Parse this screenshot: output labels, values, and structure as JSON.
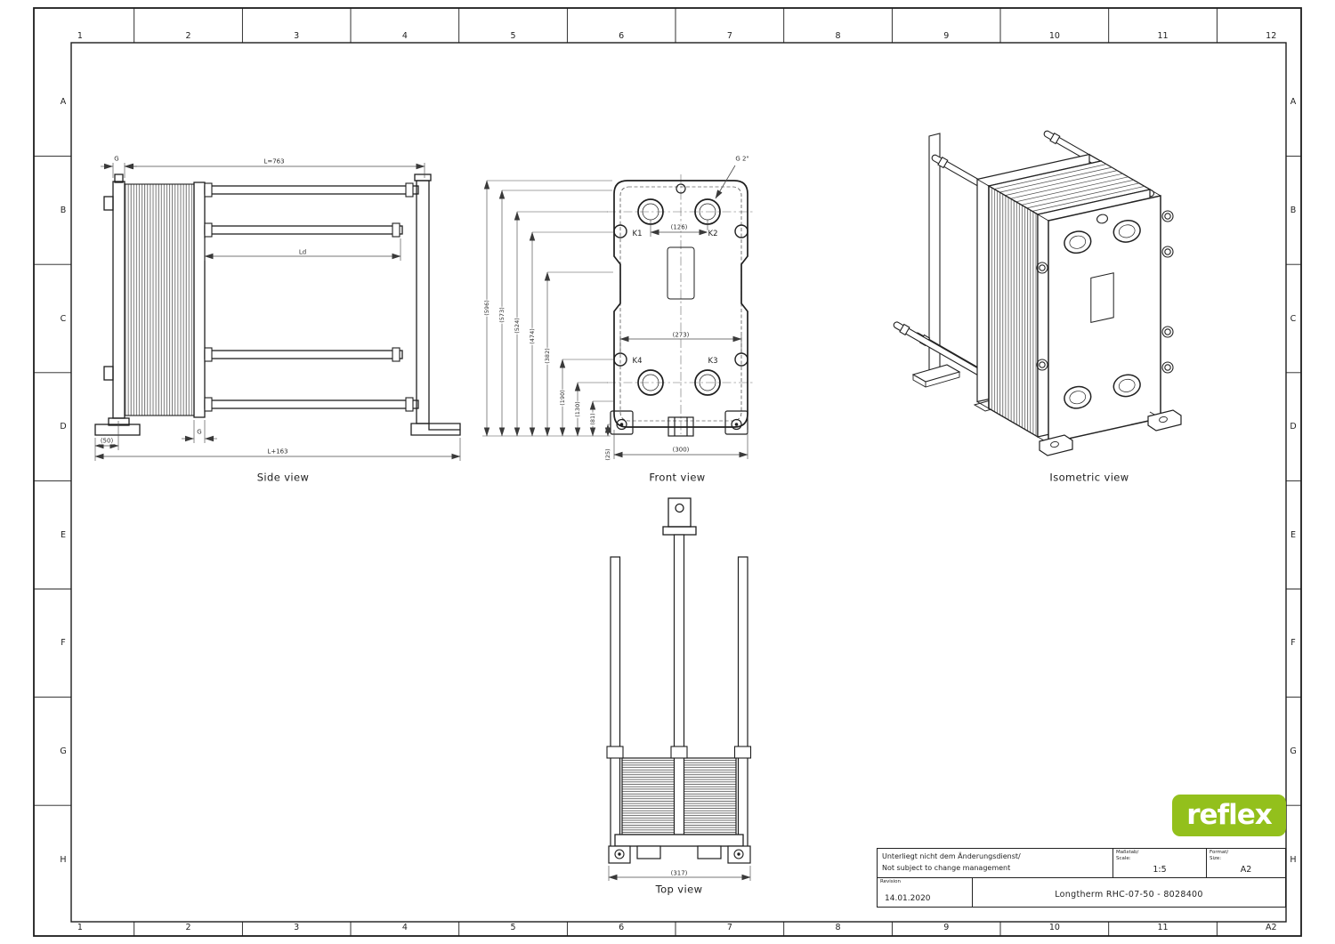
{
  "frame": {
    "columns": [
      "1",
      "2",
      "3",
      "4",
      "5",
      "6",
      "7",
      "8",
      "9",
      "10",
      "11",
      "12"
    ],
    "bottom": [
      "1",
      "2",
      "3",
      "4",
      "5",
      "6",
      "7",
      "8",
      "9",
      "10",
      "11",
      "A2"
    ],
    "rows": [
      "A",
      "B",
      "C",
      "D",
      "E",
      "F",
      "G",
      "H"
    ]
  },
  "side_view": {
    "label": "Side view",
    "dim_g_top": "G",
    "dim_length": "L=763",
    "dim_ld": "Ld",
    "dim_g_bottom": "G",
    "dim_foot_offset": "(50)",
    "dim_total_length": "L+163"
  },
  "front_view": {
    "label": "Front view",
    "connection_callout": "G 2\"",
    "port_k1": "K1",
    "port_k2": "K2",
    "port_k3": "K3",
    "port_k4": "K4",
    "dim_port_pitch": "(126)",
    "dim_side_pitch": "(273)",
    "dim_width": "(300)",
    "vertical_dims": [
      "(596)",
      "(573)",
      "(524)",
      "(474)",
      "(382)",
      "(190)",
      "(130)",
      "(81)",
      "(25)"
    ]
  },
  "isometric_view": {
    "label": "Isometric view"
  },
  "top_view": {
    "label": "Top view",
    "dim_width": "(317)"
  },
  "title_block": {
    "note_de": "Unterliegt nicht dem Änderungsdienst/",
    "note_en": "Not subject to change management",
    "scale_label_de": "Maßstab/",
    "scale_label_en": "Scale:",
    "scale_value": "1:5",
    "format_label_de": "Format/",
    "format_label_en": "Size:",
    "format_value": "A2",
    "revision_label": "Revision",
    "revision_value": "14.01.2020",
    "drawing_title": "Longtherm RHC-07-50 - 8028400"
  },
  "logo": {
    "text": "reflex",
    "color": "#93c01c"
  }
}
